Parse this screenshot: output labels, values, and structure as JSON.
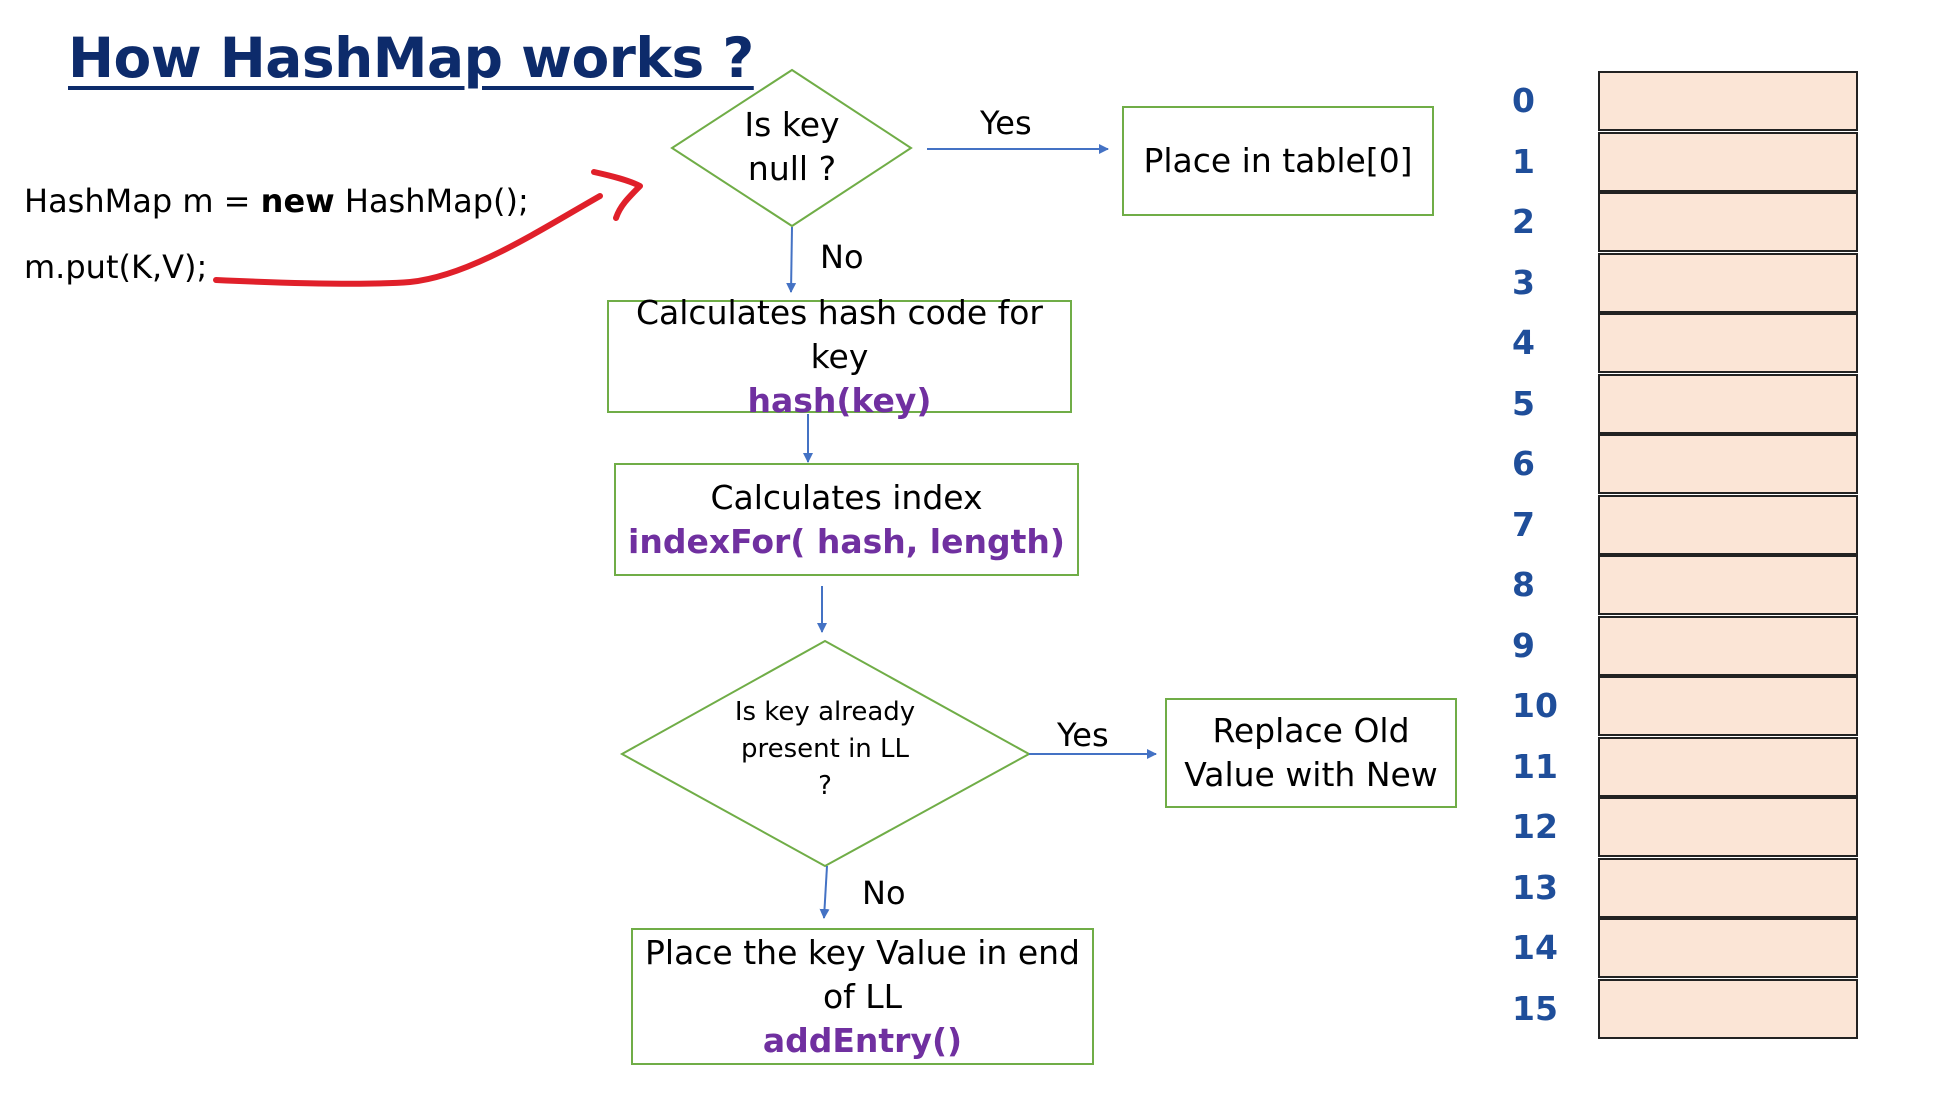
{
  "title": "How HashMap works ?",
  "code": {
    "line1_pre": "HashMap m = ",
    "line1_keyword": "new",
    "line1_post": " HashMap();",
    "line2": "m.put(K,V);"
  },
  "flow": {
    "decision1": [
      "Is key",
      "null ?"
    ],
    "decision1_yes": "Yes",
    "decision1_no": "No",
    "place_table0": "Place in table[0]",
    "hash_box": {
      "line1": "Calculates hash code for key",
      "fn": "hash(key)"
    },
    "index_box": {
      "line1": "Calculates index",
      "fn": "indexFor( hash, length)"
    },
    "decision2": [
      "Is key already",
      "present in LL",
      "?"
    ],
    "decision2_yes": "Yes",
    "decision2_no": "No",
    "replace_box": [
      "Replace Old",
      "Value with New"
    ],
    "add_box": {
      "line1": "Place the key Value in end",
      "line2": "of LL",
      "fn": "addEntry()"
    }
  },
  "table": {
    "indices": [
      "0",
      "1",
      "2",
      "3",
      "4",
      "5",
      "6",
      "7",
      "8",
      "9",
      "10",
      "11",
      "12",
      "13",
      "14",
      "15"
    ]
  },
  "colors": {
    "title": "#0d2b6b",
    "box_border": "#70ad47",
    "function_text": "#7030a0",
    "arrow": "#4472c4",
    "annotation_arrow": "#e0202a",
    "cell_fill": "#fbe5d6",
    "index_text": "#1f4e9a"
  }
}
